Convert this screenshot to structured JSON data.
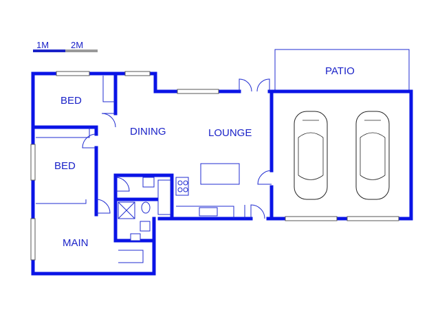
{
  "scale": {
    "label_1": "1M",
    "label_2": "2M"
  },
  "rooms": {
    "patio": "PATIO",
    "bed_1": "BED",
    "dining": "DINING",
    "lounge": "LOUNGE",
    "bed_2": "BED",
    "main": "MAIN"
  },
  "colors": {
    "wall": "#0a14e6",
    "label": "#1a22c8"
  }
}
